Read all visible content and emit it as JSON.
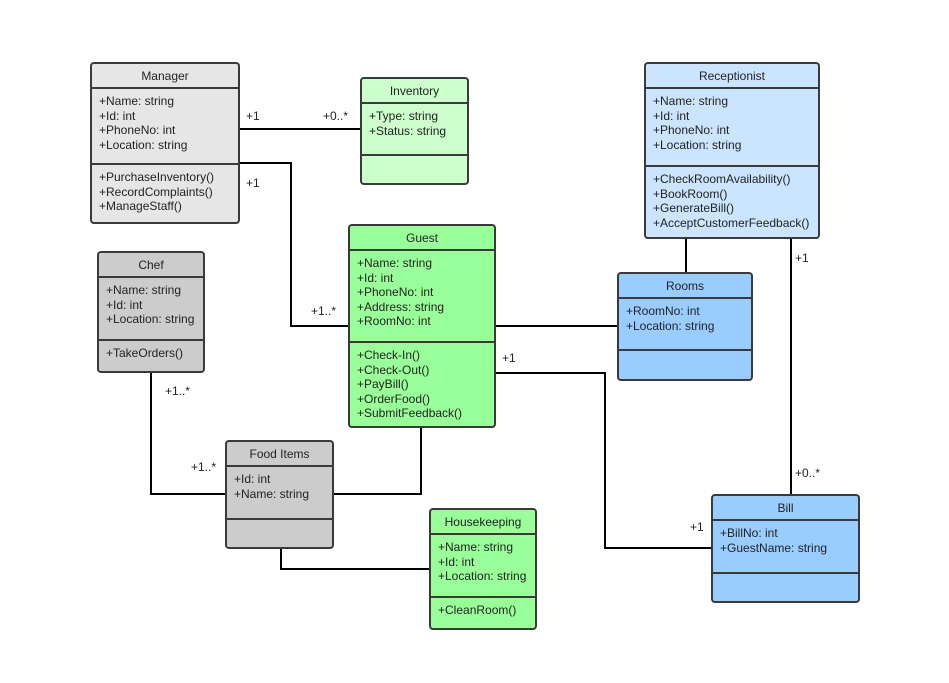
{
  "colors": {
    "gray_fill": "#e6e6e6",
    "gray_header": "#e6e6e6",
    "dark_gray_fill": "#cccccc",
    "green_fill": "#99ff99",
    "light_green_fill": "#ccffcc",
    "light_blue_fill": "#cce5ff",
    "blue_fill": "#99ccff",
    "line": "#000000"
  },
  "classes": {
    "manager": {
      "name": "Manager",
      "attributes": [
        "+Name: string",
        "+Id: int",
        "+PhoneNo: int",
        "+Location: string"
      ],
      "methods": [
        "+PurchaseInventory()",
        "+RecordComplaints()",
        "+ManageStaff()"
      ]
    },
    "inventory": {
      "name": "Inventory",
      "attributes": [
        "+Type: string",
        "+Status: string"
      ],
      "methods": []
    },
    "receptionist": {
      "name": "Receptionist",
      "attributes": [
        "+Name: string",
        "+Id: int",
        "+PhoneNo: int",
        "+Location: string"
      ],
      "methods": [
        "+CheckRoomAvailability()",
        "+BookRoom()",
        "+GenerateBill()",
        "+AcceptCustomerFeedback()"
      ]
    },
    "chef": {
      "name": "Chef",
      "attributes": [
        "+Name: string",
        "+Id: int",
        "+Location: string"
      ],
      "methods": [
        "+TakeOrders()"
      ]
    },
    "guest": {
      "name": "Guest",
      "attributes": [
        "+Name: string",
        "+Id: int",
        "+PhoneNo: int",
        "+Address: string",
        "+RoomNo: int"
      ],
      "methods": [
        "+Check-In()",
        "+Check-Out()",
        "+PayBill()",
        "+OrderFood()",
        "+SubmitFeedback()"
      ]
    },
    "rooms": {
      "name": "Rooms",
      "attributes": [
        "+RoomNo: int",
        "+Location: string"
      ],
      "methods": []
    },
    "food_items": {
      "name": "Food Items",
      "attributes": [
        "+Id: int",
        "+Name: string"
      ],
      "methods": []
    },
    "housekeeping": {
      "name": "Housekeeping",
      "attributes": [
        "+Name: string",
        "+Id: int",
        "+Location: string"
      ],
      "methods": [
        "+CleanRoom()"
      ]
    },
    "bill": {
      "name": "Bill",
      "attributes": [
        "+BillNo: int",
        "+GuestName: string"
      ],
      "methods": []
    }
  },
  "multiplicities": {
    "manager_inventory_manager_end": "+1",
    "manager_inventory_inventory_end": "+0..*",
    "manager_guest_manager_end": "+1",
    "manager_guest_guest_end": "+1..*",
    "chef_food_chef_end": "+1..*",
    "chef_food_food_end": "+1..*",
    "guest_bill_guest_end": "+1",
    "guest_bill_bill_end": "+1",
    "receptionist_bill_receptionist_end": "+1",
    "receptionist_bill_bill_end": "+0..*"
  }
}
